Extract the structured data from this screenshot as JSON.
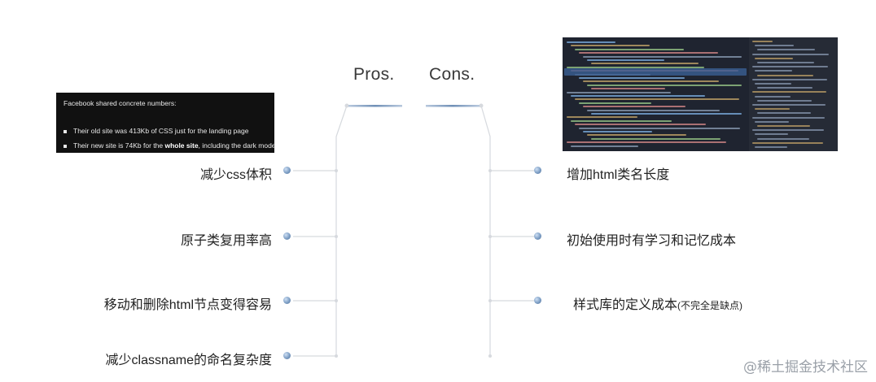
{
  "headings": {
    "pros": "Pros.",
    "cons": "Cons."
  },
  "facebook_note": {
    "title": "Facebook shared concrete numbers:",
    "bullet1": "Their old site was 413Kb of CSS just for the landing page",
    "bullet2_pre": "Their new site is 74Kb for the ",
    "bullet2_bold": "whole site",
    "bullet2_post": ", including the dark mode"
  },
  "pros": [
    {
      "label": "减少css体积"
    },
    {
      "label": "原子类复用率高"
    },
    {
      "label": "移动和删除html节点变得容易"
    },
    {
      "label": "减少classname的命名复杂度"
    }
  ],
  "cons": [
    {
      "label": "增加html类名长度"
    },
    {
      "label": "初始使用时有学习和记忆成本"
    },
    {
      "label": "样式库的定义成本",
      "note": "(不完全是缺点)"
    }
  ],
  "watermark": "@稀土掘金技术社区",
  "colors": {
    "accent_line": "#6f8fb6",
    "connector": "#d6d9de",
    "dot": "#7d9ec4",
    "panel_bg": "#111111",
    "devtools_bg": "#1f2430"
  },
  "icons": {
    "dot": "circle-bullet-icon"
  }
}
